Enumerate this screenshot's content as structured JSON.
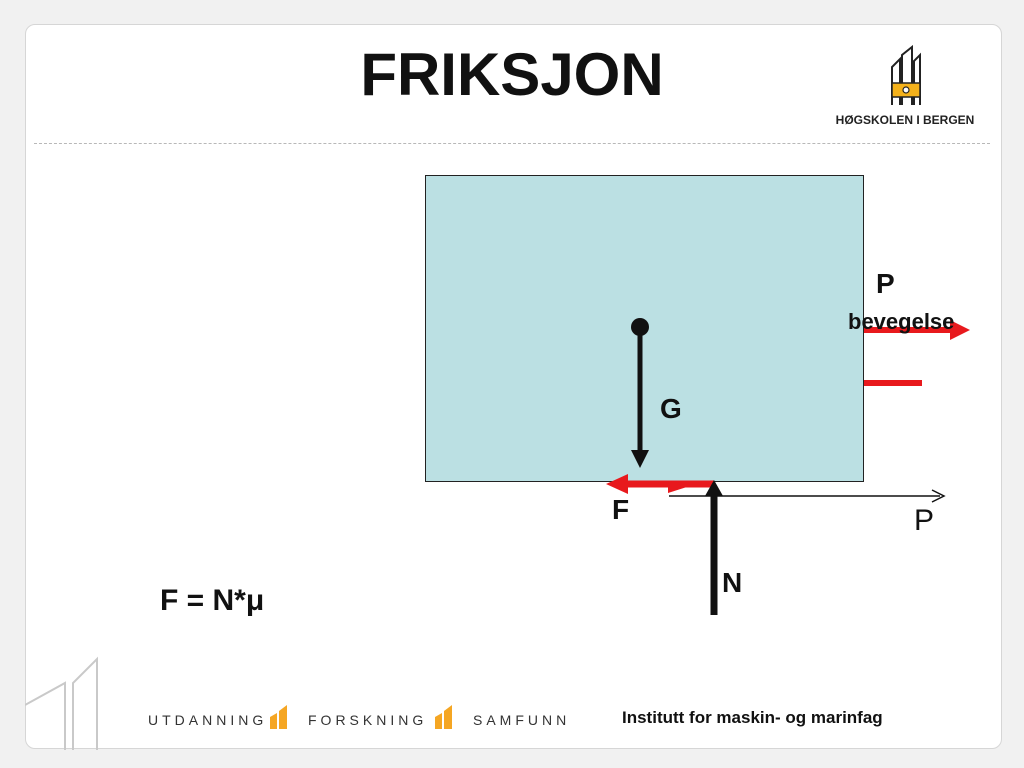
{
  "slide": {
    "title": "FRIKSJON",
    "logo_text": "HØGSKOLEN I BERGEN",
    "diagram": {
      "label_G": "G",
      "label_F": "F",
      "label_N": "N",
      "label_P_top": "P",
      "label_bevegelse": "bevegelse",
      "label_P_axis": "P"
    },
    "formula": "F = N*μ",
    "footer": {
      "words": [
        "UTDANNING",
        "FORSKNING",
        "SAMFUNN"
      ],
      "institute": "Institutt for maskin- og marinfag"
    }
  },
  "colors": {
    "block_fill": "#bbe0e3",
    "force_red": "#e8191d",
    "arrow_black": "#111111",
    "bars_orange": "#f5a623"
  }
}
